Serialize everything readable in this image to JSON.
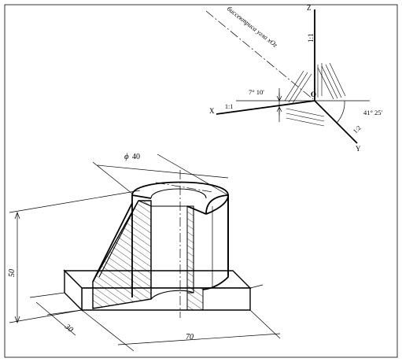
{
  "axes": {
    "z_label": "Z",
    "x_label": "X",
    "y_label": "Y",
    "origin_label": "O",
    "z_scale": "1:1",
    "x_scale": "1:1",
    "y_scale": "1:2",
    "angle_x": "7° 10'",
    "angle_y": "41° 25'",
    "bisector_label": "биссектриса угла xOz"
  },
  "dimensions": {
    "diameter": "40",
    "height": "50",
    "depth": "30",
    "length": "70"
  },
  "symbols": {
    "diameter_symbol": "ϕ"
  }
}
